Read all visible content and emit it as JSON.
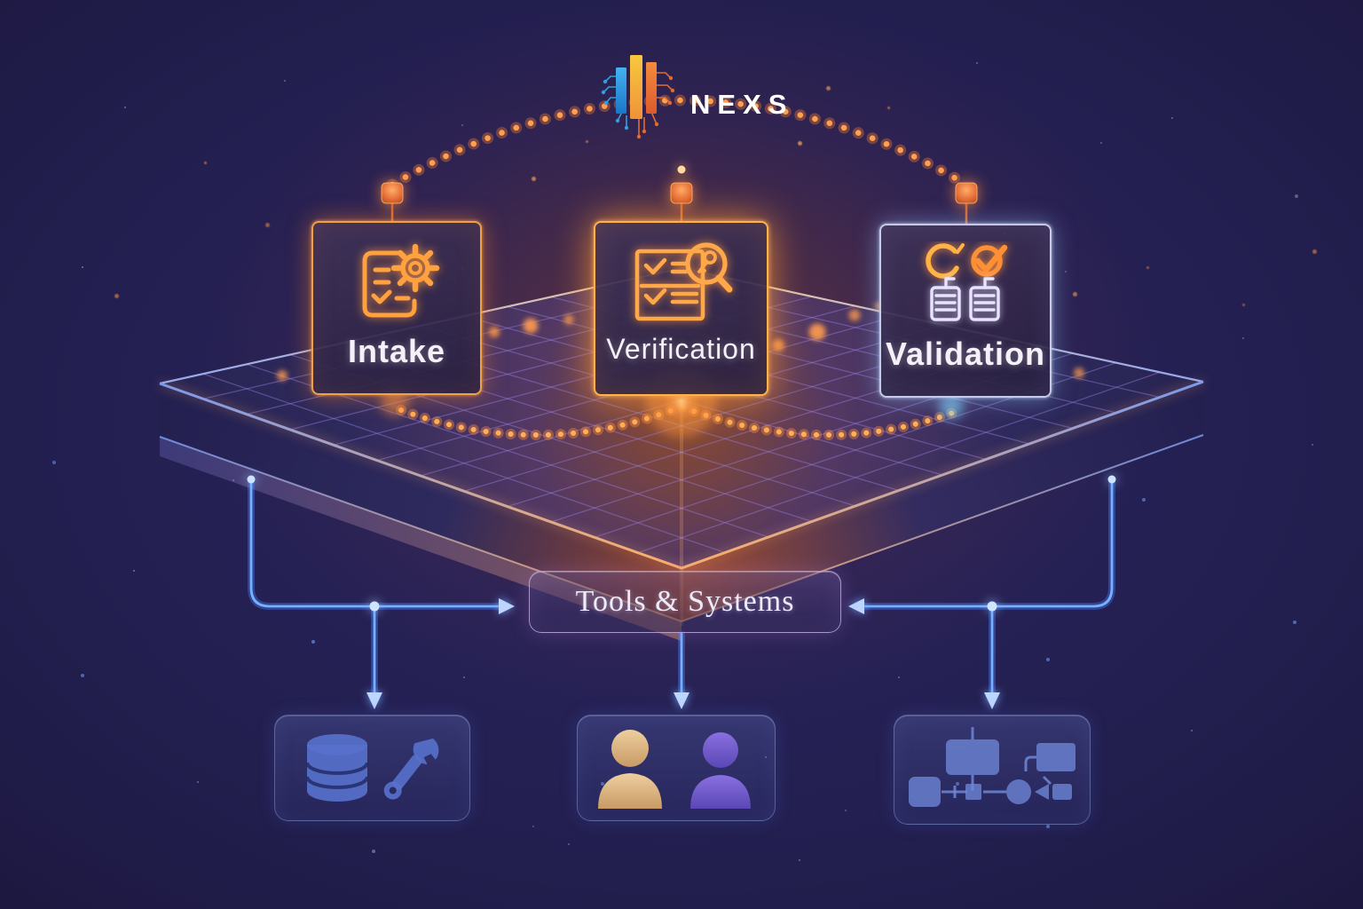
{
  "logo": {
    "text": "NEXS",
    "icon": "circuit-bars-logo"
  },
  "steps": [
    {
      "label": "Intake",
      "icon": "document-gear-icon",
      "accent": "#ffa13f"
    },
    {
      "label": "Verification",
      "icon": "checklist-magnifier-icon",
      "accent": "#ffb347"
    },
    {
      "label": "Validation",
      "icon": "sync-check-stacks-icon",
      "accent": "#e2e7ff"
    }
  ],
  "tools_box": {
    "label": "Tools & Systems"
  },
  "bottom_cards": [
    {
      "name": "data-and-tools",
      "icon": "database-wrench-icon"
    },
    {
      "name": "people",
      "icon": "users-icon"
    },
    {
      "name": "workflow-systems",
      "icon": "flowchart-icon"
    }
  ],
  "colors": {
    "background": "#231f50",
    "accent_orange": "#ffa13f",
    "accent_blue": "#77b0ff",
    "card_border_orange": "#f0a045",
    "validation_border": "#e2e7ff",
    "text": "#f4f1fb"
  }
}
